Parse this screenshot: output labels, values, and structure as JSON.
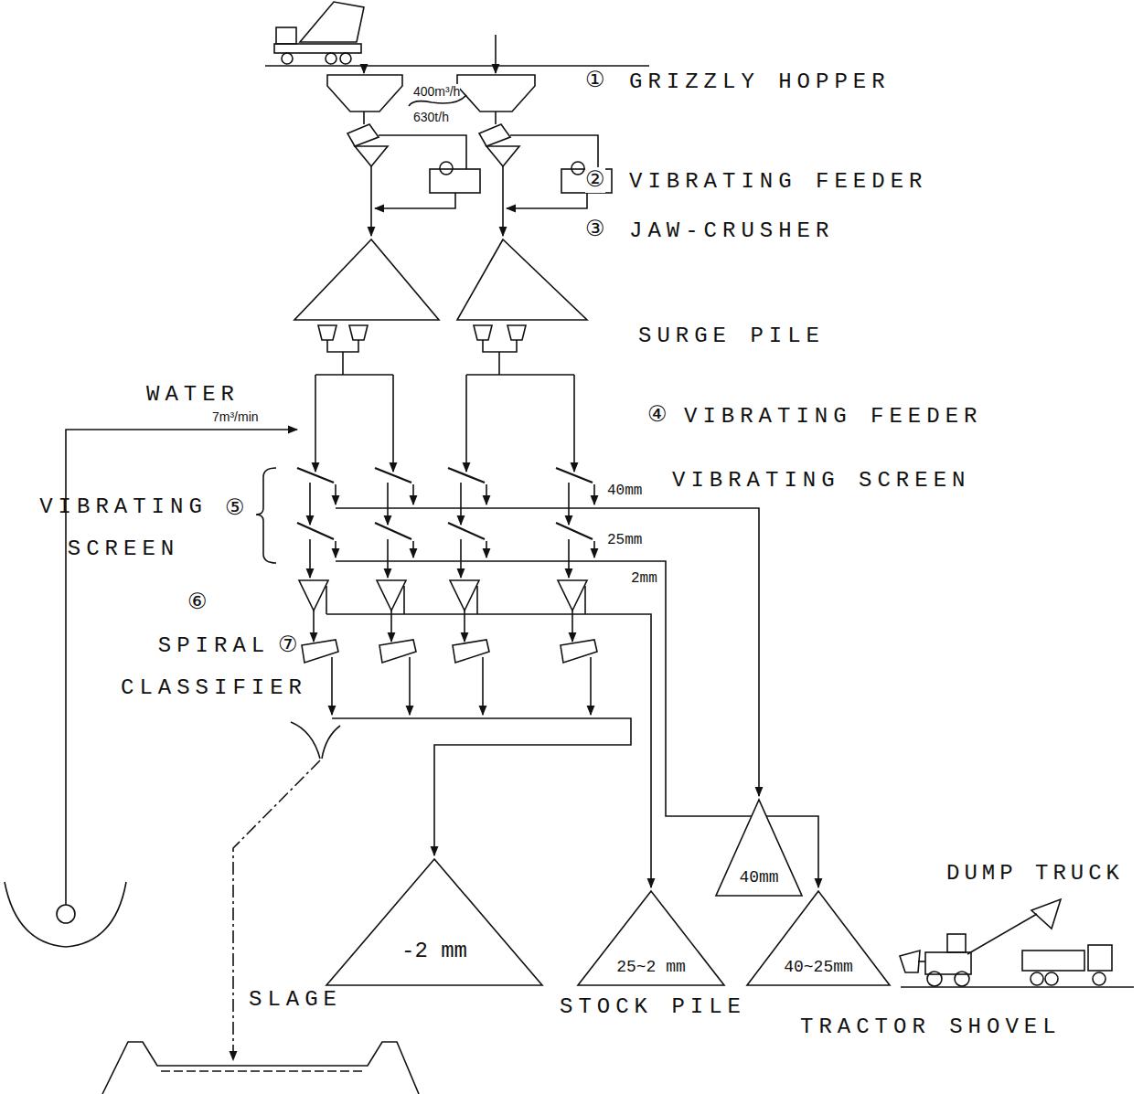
{
  "diagram": {
    "nodes": [
      {
        "text": [
          "40mm"
        ]
      },
      {
        "text": [
          "-2 mm"
        ]
      },
      {
        "text": [
          "25~2 mm"
        ]
      },
      {
        "text": [
          "40~25mm"
        ]
      }
    ],
    "labels": [
      "400m³/h",
      "630t/h",
      "①",
      "GRIZZLY HOPPER",
      "②",
      "VIBRATING FEEDER",
      "③",
      "JAW-CRUSHER",
      "SURGE PILE",
      "WATER",
      "7m³/min",
      "④",
      "VIBRATING FEEDER",
      "40mm",
      "VIBRATING SCREEN",
      "VIBRATING SCREEN",
      "⑤",
      "25mm",
      "⑥",
      "2mm",
      "⑦",
      "SPIRAL CLASSIFIER",
      "SLAGE",
      "STOCK PILE",
      "DUMP TRUCK",
      "TRACTOR SHOVEL"
    ]
  }
}
